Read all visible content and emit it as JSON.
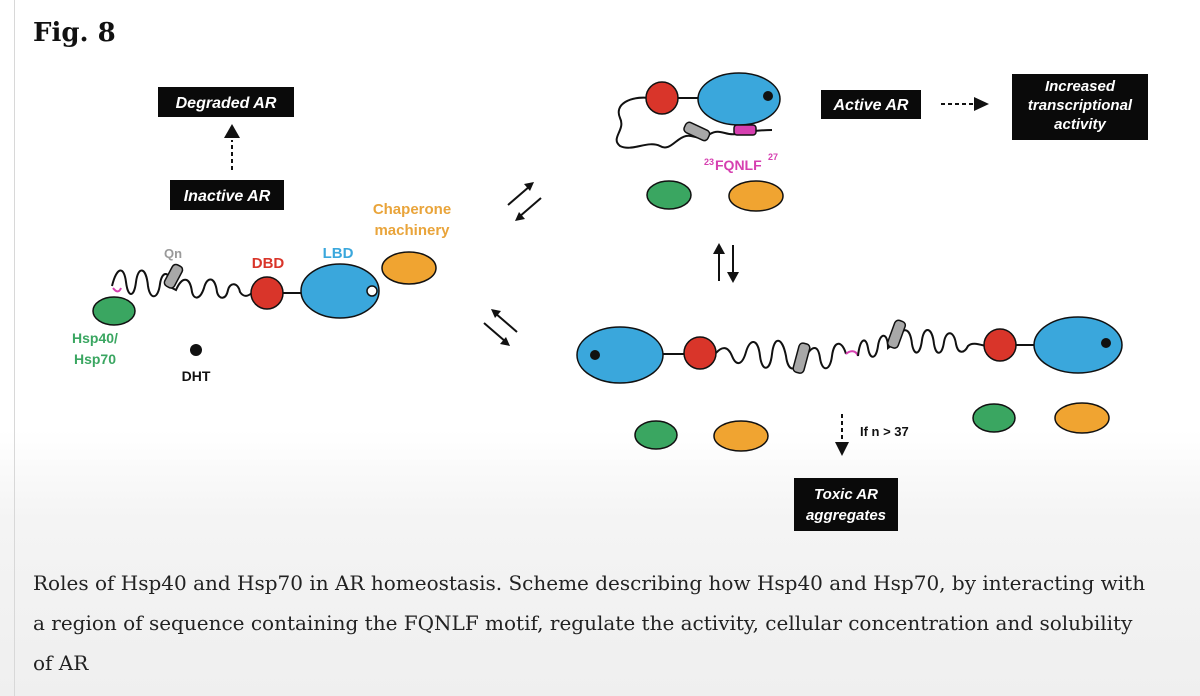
{
  "figure": {
    "title": "Fig. 8",
    "labels": {
      "degraded_ar": "Degraded AR",
      "inactive_ar": "Inactive AR",
      "active_ar": "Active AR",
      "increased_line1": "Increased",
      "increased_line2": "transcriptional",
      "increased_line3": "activity",
      "toxic_line1": "Toxic AR",
      "toxic_line2": "aggregates",
      "chaperone_line1": "Chaperone",
      "chaperone_line2": "machinery",
      "qn": "Qn",
      "dbd": "DBD",
      "lbd": "LBD",
      "hsp_line1": "Hsp40/",
      "hsp_line2": "Hsp70",
      "dht": "DHT",
      "motif_sup_start": "23",
      "motif_name": "FQNLF",
      "motif_sup_end": "27",
      "threshold": "If n > 37"
    },
    "colors": {
      "lbd_blue": "#3aa7dc",
      "dbd_red": "#d9352a",
      "hsp40_green": "#3aa661",
      "hsp70_orange": "#f0a431",
      "motif_magenta": "#d63fb0",
      "chaperone_text": "#e9a43a",
      "qn_gray": "#9a9a9a",
      "box_black": "#0a0a0a"
    }
  },
  "caption": {
    "text": "Roles of Hsp40 and Hsp70 in AR homeostasis. Scheme describing how Hsp40 and Hsp70, by interacting with a region of sequence containing the FQNLF motif, regulate the activity, cellular concentration and solubility of AR"
  }
}
